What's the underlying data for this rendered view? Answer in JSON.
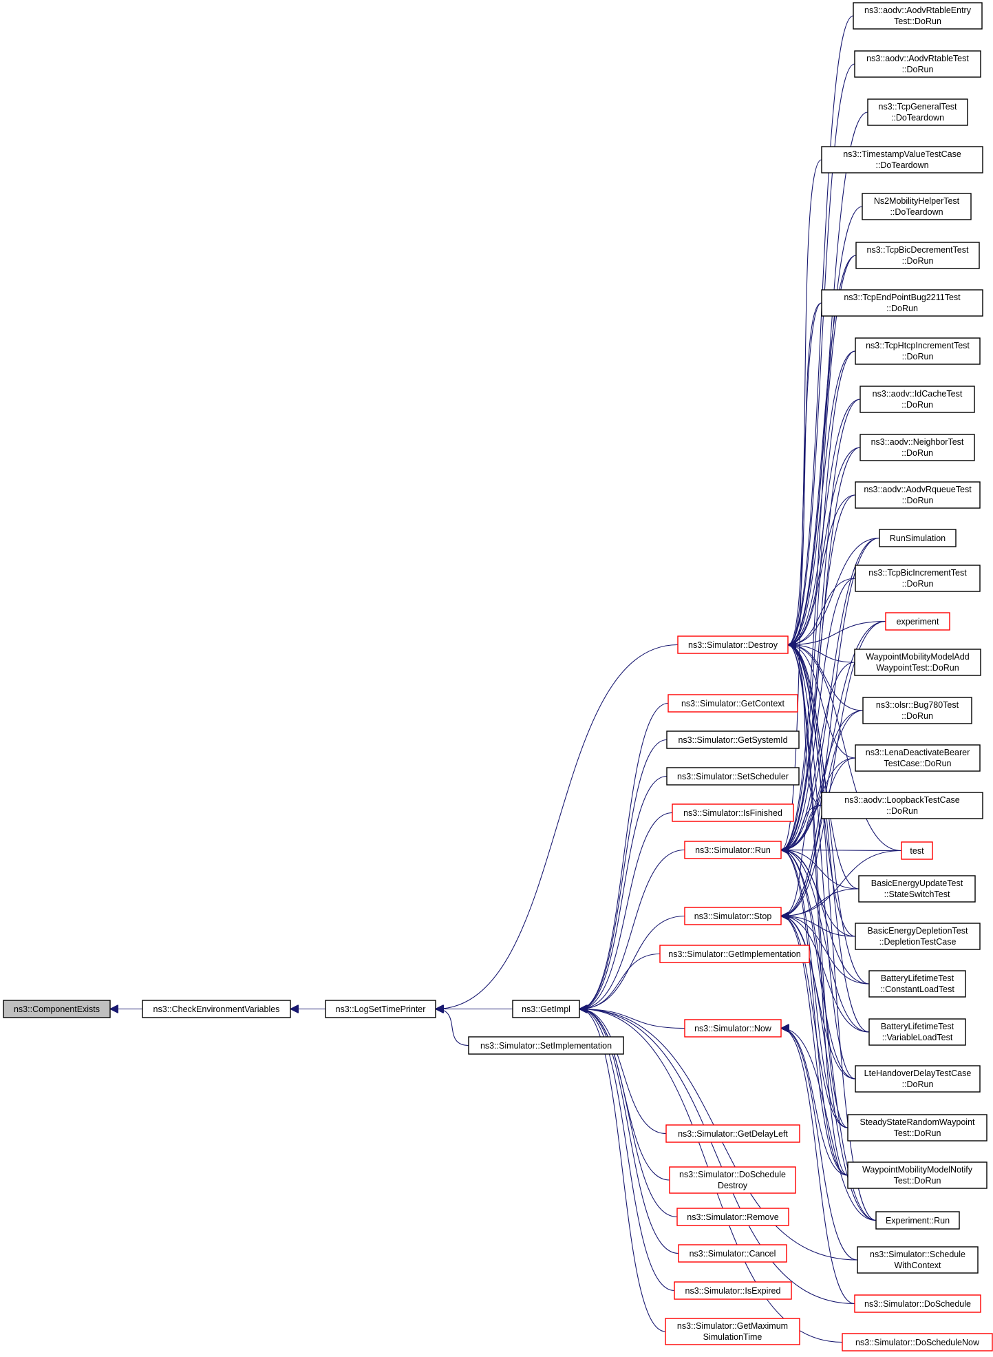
{
  "colors": {
    "edge": "#191970",
    "node_border_black": "#000000",
    "node_border_red": "#ff0000",
    "focus_fill": "#bfbfbf",
    "node_fill": "#ffffff"
  },
  "nodes": [
    {
      "id": "componentexists",
      "lines": [
        "ns3::ComponentExists"
      ],
      "style": "focus"
    },
    {
      "id": "checkenv",
      "lines": [
        "ns3::CheckEnvironmentVariables"
      ],
      "style": "black"
    },
    {
      "id": "logsettimeprinter",
      "lines": [
        "ns3::LogSetTimePrinter"
      ],
      "style": "black"
    },
    {
      "id": "getimpl",
      "lines": [
        "ns3::GetImpl"
      ],
      "style": "black"
    },
    {
      "id": "setimplementation",
      "lines": [
        "ns3::Simulator::SetImplementation"
      ],
      "style": "black"
    },
    {
      "id": "destroy",
      "lines": [
        "ns3::Simulator::Destroy"
      ],
      "style": "red"
    },
    {
      "id": "getcontext",
      "lines": [
        "ns3::Simulator::GetContext"
      ],
      "style": "red"
    },
    {
      "id": "getsystemid",
      "lines": [
        "ns3::Simulator::GetSystemId"
      ],
      "style": "black"
    },
    {
      "id": "setscheduler",
      "lines": [
        "ns3::Simulator::SetScheduler"
      ],
      "style": "black"
    },
    {
      "id": "isfinished",
      "lines": [
        "ns3::Simulator::IsFinished"
      ],
      "style": "red"
    },
    {
      "id": "run",
      "lines": [
        "ns3::Simulator::Run"
      ],
      "style": "red"
    },
    {
      "id": "stop",
      "lines": [
        "ns3::Simulator::Stop"
      ],
      "style": "red"
    },
    {
      "id": "getimplementation",
      "lines": [
        "ns3::Simulator::GetImplementation"
      ],
      "style": "red"
    },
    {
      "id": "now",
      "lines": [
        "ns3::Simulator::Now"
      ],
      "style": "red"
    },
    {
      "id": "getdelayleft",
      "lines": [
        "ns3::Simulator::GetDelayLeft"
      ],
      "style": "red"
    },
    {
      "id": "doscheduledestroy",
      "lines": [
        "ns3::Simulator::DoSchedule",
        "Destroy"
      ],
      "style": "red"
    },
    {
      "id": "remove",
      "lines": [
        "ns3::Simulator::Remove"
      ],
      "style": "red"
    },
    {
      "id": "cancel",
      "lines": [
        "ns3::Simulator::Cancel"
      ],
      "style": "red"
    },
    {
      "id": "isexpired",
      "lines": [
        "ns3::Simulator::IsExpired"
      ],
      "style": "red"
    },
    {
      "id": "getmaximum",
      "lines": [
        "ns3::Simulator::GetMaximum",
        "SimulationTime"
      ],
      "style": "red"
    },
    {
      "id": "aodvrtableentry",
      "lines": [
        "ns3::aodv::AodvRtableEntry",
        "Test::DoRun"
      ],
      "style": "black"
    },
    {
      "id": "aodvrtabletest",
      "lines": [
        "ns3::aodv::AodvRtableTest",
        "::DoRun"
      ],
      "style": "black"
    },
    {
      "id": "tcpgeneraltest",
      "lines": [
        "ns3::TcpGeneralTest",
        "::DoTeardown"
      ],
      "style": "black"
    },
    {
      "id": "timestampvalue",
      "lines": [
        "ns3::TimestampValueTestCase",
        "::DoTeardown"
      ],
      "style": "black"
    },
    {
      "id": "ns2mobility",
      "lines": [
        "Ns2MobilityHelperTest",
        "::DoTeardown"
      ],
      "style": "black"
    },
    {
      "id": "tcpbicdecrement",
      "lines": [
        "ns3::TcpBicDecrementTest",
        "::DoRun"
      ],
      "style": "black"
    },
    {
      "id": "tcpendpointbug",
      "lines": [
        "ns3::TcpEndPointBug2211Test",
        "::DoRun"
      ],
      "style": "black"
    },
    {
      "id": "tcphtcpincrement",
      "lines": [
        "ns3::TcpHtcpIncrementTest",
        "::DoRun"
      ],
      "style": "black"
    },
    {
      "id": "idcachetest",
      "lines": [
        "ns3::aodv::IdCacheTest",
        "::DoRun"
      ],
      "style": "black"
    },
    {
      "id": "neighbortest",
      "lines": [
        "ns3::aodv::NeighborTest",
        "::DoRun"
      ],
      "style": "black"
    },
    {
      "id": "aodvrqueuetest",
      "lines": [
        "ns3::aodv::AodvRqueueTest",
        "::DoRun"
      ],
      "style": "black"
    },
    {
      "id": "runsimulation",
      "lines": [
        "RunSimulation"
      ],
      "style": "black"
    },
    {
      "id": "tcpbicincrement",
      "lines": [
        "ns3::TcpBicIncrementTest",
        "::DoRun"
      ],
      "style": "black"
    },
    {
      "id": "experiment",
      "lines": [
        "experiment"
      ],
      "style": "red"
    },
    {
      "id": "waypointadd",
      "lines": [
        "WaypointMobilityModelAdd",
        "WaypointTest::DoRun"
      ],
      "style": "black"
    },
    {
      "id": "olsrbug780",
      "lines": [
        "ns3::olsr::Bug780Test",
        "::DoRun"
      ],
      "style": "black"
    },
    {
      "id": "lenadeactivate",
      "lines": [
        "ns3::LenaDeactivateBearer",
        "TestCase::DoRun"
      ],
      "style": "black"
    },
    {
      "id": "aodvloopback",
      "lines": [
        "ns3::aodv::LoopbackTestCase",
        "::DoRun"
      ],
      "style": "black"
    },
    {
      "id": "test",
      "lines": [
        "test"
      ],
      "style": "red"
    },
    {
      "id": "basicenergyupdate",
      "lines": [
        "BasicEnergyUpdateTest",
        "::StateSwitchTest"
      ],
      "style": "black"
    },
    {
      "id": "basicenergydepletion",
      "lines": [
        "BasicEnergyDepletionTest",
        "::DepletionTestCase"
      ],
      "style": "black"
    },
    {
      "id": "batteryconstant",
      "lines": [
        "BatteryLifetimeTest",
        "::ConstantLoadTest"
      ],
      "style": "black"
    },
    {
      "id": "batteryvariable",
      "lines": [
        "BatteryLifetimeTest",
        "::VariableLoadTest"
      ],
      "style": "black"
    },
    {
      "id": "ltehandover",
      "lines": [
        "LteHandoverDelayTestCase",
        "::DoRun"
      ],
      "style": "black"
    },
    {
      "id": "steadystate",
      "lines": [
        "SteadyStateRandomWaypoint",
        "Test::DoRun"
      ],
      "style": "black"
    },
    {
      "id": "waypointnotify",
      "lines": [
        "WaypointMobilityModelNotify",
        "Test::DoRun"
      ],
      "style": "black"
    },
    {
      "id": "experimentrun",
      "lines": [
        "Experiment::Run"
      ],
      "style": "black"
    },
    {
      "id": "schedulewithcontext",
      "lines": [
        "ns3::Simulator::Schedule",
        "WithContext"
      ],
      "style": "black"
    },
    {
      "id": "doschedule",
      "lines": [
        "ns3::Simulator::DoSchedule"
      ],
      "style": "red"
    },
    {
      "id": "doschedulenow",
      "lines": [
        "ns3::Simulator::DoScheduleNow"
      ],
      "style": "red"
    }
  ],
  "edges": [
    [
      "checkenv",
      "componentexists"
    ],
    [
      "logsettimeprinter",
      "checkenv"
    ],
    [
      "getimpl",
      "logsettimeprinter"
    ],
    [
      "setimplementation",
      "logsettimeprinter"
    ],
    [
      "destroy",
      "logsettimeprinter"
    ],
    [
      "getcontext",
      "getimpl"
    ],
    [
      "getsystemid",
      "getimpl"
    ],
    [
      "setscheduler",
      "getimpl"
    ],
    [
      "isfinished",
      "getimpl"
    ],
    [
      "run",
      "getimpl"
    ],
    [
      "stop",
      "getimpl"
    ],
    [
      "getimplementation",
      "getimpl"
    ],
    [
      "now",
      "getimpl"
    ],
    [
      "getdelayleft",
      "getimpl"
    ],
    [
      "doscheduledestroy",
      "getimpl"
    ],
    [
      "remove",
      "getimpl"
    ],
    [
      "cancel",
      "getimpl"
    ],
    [
      "isexpired",
      "getimpl"
    ],
    [
      "getmaximum",
      "getimpl"
    ],
    [
      "schedulewithcontext",
      "getimpl"
    ],
    [
      "doschedule",
      "getimpl"
    ],
    [
      "doschedulenow",
      "getimpl"
    ],
    [
      "aodvrtableentry",
      "destroy"
    ],
    [
      "aodvrtabletest",
      "destroy"
    ],
    [
      "tcpgeneraltest",
      "destroy"
    ],
    [
      "timestampvalue",
      "destroy"
    ],
    [
      "ns2mobility",
      "destroy"
    ],
    [
      "tcpbicdecrement",
      "destroy"
    ],
    [
      "tcpendpointbug",
      "destroy"
    ],
    [
      "tcphtcpincrement",
      "destroy"
    ],
    [
      "idcachetest",
      "destroy"
    ],
    [
      "neighbortest",
      "destroy"
    ],
    [
      "aodvrqueuetest",
      "destroy"
    ],
    [
      "runsimulation",
      "destroy"
    ],
    [
      "tcpbicincrement",
      "destroy"
    ],
    [
      "experiment",
      "destroy"
    ],
    [
      "waypointadd",
      "destroy"
    ],
    [
      "olsrbug780",
      "destroy"
    ],
    [
      "lenadeactivate",
      "destroy"
    ],
    [
      "aodvloopback",
      "destroy"
    ],
    [
      "test",
      "destroy"
    ],
    [
      "basicenergyupdate",
      "destroy"
    ],
    [
      "basicenergydepletion",
      "destroy"
    ],
    [
      "batteryconstant",
      "destroy"
    ],
    [
      "batteryvariable",
      "destroy"
    ],
    [
      "ltehandover",
      "destroy"
    ],
    [
      "steadystate",
      "destroy"
    ],
    [
      "waypointnotify",
      "destroy"
    ],
    [
      "experimentrun",
      "destroy"
    ],
    [
      "tcpbicdecrement",
      "run"
    ],
    [
      "tcpendpointbug",
      "run"
    ],
    [
      "tcphtcpincrement",
      "run"
    ],
    [
      "idcachetest",
      "run"
    ],
    [
      "neighbortest",
      "run"
    ],
    [
      "aodvrqueuetest",
      "run"
    ],
    [
      "runsimulation",
      "run"
    ],
    [
      "tcpbicincrement",
      "run"
    ],
    [
      "experiment",
      "run"
    ],
    [
      "waypointadd",
      "run"
    ],
    [
      "olsrbug780",
      "run"
    ],
    [
      "lenadeactivate",
      "run"
    ],
    [
      "aodvloopback",
      "run"
    ],
    [
      "test",
      "run"
    ],
    [
      "basicenergyupdate",
      "run"
    ],
    [
      "basicenergydepletion",
      "run"
    ],
    [
      "batteryconstant",
      "run"
    ],
    [
      "batteryvariable",
      "run"
    ],
    [
      "ltehandover",
      "run"
    ],
    [
      "steadystate",
      "run"
    ],
    [
      "waypointnotify",
      "run"
    ],
    [
      "experimentrun",
      "run"
    ],
    [
      "runsimulation",
      "stop"
    ],
    [
      "experiment",
      "stop"
    ],
    [
      "olsrbug780",
      "stop"
    ],
    [
      "lenadeactivate",
      "stop"
    ],
    [
      "aodvloopback",
      "stop"
    ],
    [
      "test",
      "stop"
    ],
    [
      "basicenergyupdate",
      "stop"
    ],
    [
      "basicenergydepletion",
      "stop"
    ],
    [
      "batteryconstant",
      "stop"
    ],
    [
      "batteryvariable",
      "stop"
    ],
    [
      "ltehandover",
      "stop"
    ],
    [
      "steadystate",
      "stop"
    ],
    [
      "waypointnotify",
      "stop"
    ],
    [
      "experimentrun",
      "stop"
    ],
    [
      "waypointnotify",
      "now"
    ],
    [
      "experimentrun",
      "now"
    ],
    [
      "doschedule",
      "now"
    ],
    [
      "schedulewithcontext",
      "now"
    ]
  ]
}
